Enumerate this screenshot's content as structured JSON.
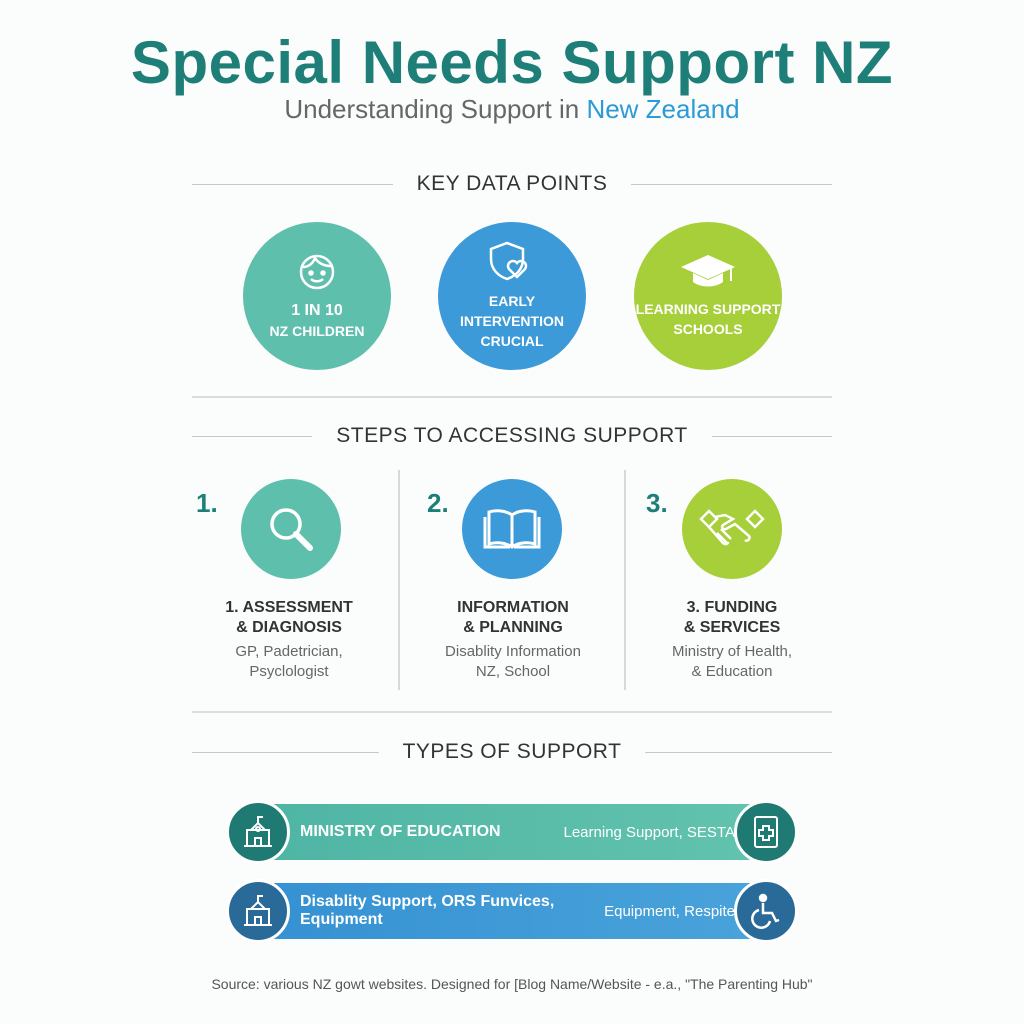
{
  "title": "Special Needs Support NZ",
  "subtitle": {
    "prefix": "Understanding Support in ",
    "highlight": "New Zealand"
  },
  "sections": {
    "key": "KEY DATA POINTS",
    "steps": "STEPS TO ACCESSING SUPPORT",
    "types": "TYPES OF SUPPORT"
  },
  "key_points": [
    {
      "icon": "child-face-icon",
      "line1": "1 IN 10",
      "line2": "NZ CHILDREN",
      "color": "#5ebfad"
    },
    {
      "icon": "shield-heart-icon",
      "line1": "EARLY INTERVENTION",
      "line2": "CRUCIAL",
      "color": "#3d9ad8"
    },
    {
      "icon": "graduation-cap-icon",
      "line1": "LEARNING SUPPORT",
      "line2": "SCHOOLS",
      "color": "#a6cf3a"
    }
  ],
  "steps": [
    {
      "num": "1.",
      "icon": "magnifier-icon",
      "title1": "1. ASSESSMENT",
      "title2": "& DIAGNOSIS",
      "desc1": "GP, Padetrician,",
      "desc2": "Psyclologist"
    },
    {
      "num": "2.",
      "icon": "book-icon",
      "title1": "INFORMATION",
      "title2": "& PLANNING",
      "desc1": "Disablity Information",
      "desc2": "NZ, School"
    },
    {
      "num": "3.",
      "icon": "handshake-icon",
      "title1": "3. FUNDING",
      "title2": "& SERVICES",
      "desc1": "Ministry of Health,",
      "desc2": "& Education"
    }
  ],
  "types": [
    {
      "left": "MINISTRY OF EDUCATION",
      "right": "Learning Support, SESTA"
    },
    {
      "left1": "Disablity Support, ORS Funvices,",
      "left2": "Equipment",
      "right": "Equipment, Respite"
    }
  ],
  "footer": "Source: various NZ gowt websites. Designed for [Blog Name/Website - e.a., \"The Parenting Hub\""
}
